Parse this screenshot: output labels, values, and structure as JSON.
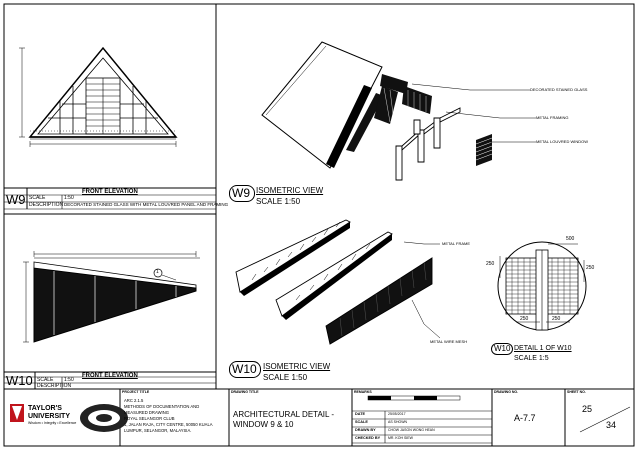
{
  "w9": {
    "tag": "W9",
    "front_title": "FRONT ELEVATION",
    "scale_key": "SCALE",
    "scale_val": "1:50",
    "desc_key": "DESCRIPTION",
    "desc_val": "DECORATED STAINED GLASS WITH METAL LOUVRED PANEL AND FRAMING",
    "iso_tag": "W9",
    "iso_title": "ISOMETRIC VIEW",
    "iso_scale": "SCALE 1:50",
    "callouts": [
      "DECORATED STAINED GLASS",
      "METAL FRAMING",
      "METAL LOUVRED WINDOW"
    ]
  },
  "w10": {
    "tag": "W10",
    "front_title": "FRONT ELEVATION",
    "scale_key": "SCALE",
    "scale_val": "1:50",
    "desc_key": "DESCRIPTION",
    "desc_val": "",
    "iso_tag": "W10",
    "iso_title": "ISOMETRIC VIEW",
    "iso_scale": "SCALE 1:50",
    "callouts": [
      "METAL FRAME",
      "METAL WIRE MESH"
    ],
    "detail_tag": "W10",
    "detail_title": "DETAIL 1 OF W10",
    "detail_scale": "SCALE 1:5",
    "detail_dims": [
      "500",
      "250",
      "250",
      "250",
      "250"
    ],
    "marker": "1"
  },
  "titleblock": {
    "university_line1": "TAYLOR'S",
    "university_line2": "UNIVERSITY",
    "tagline": "Wisdom • Integrity • Excellence",
    "project_title_label": "PROJECT TITLE",
    "project_lines": [
      "ARC 2.1.5",
      "METHODS OF DOCUMENTATION AND",
      "MEASURED DRAWING",
      "ROYAL SELANGOR CLUB",
      "1, JALAN RAJA, CITY CENTRE, 50050 KUALA",
      "LUMPUR, SELANGOR, MALAYSIA."
    ],
    "drawing_title_label": "DRAWING TITLE",
    "drawing_title": "ARCHITECTURAL DETAIL - WINDOW 9 & 10",
    "remarks_label": "REMARKS",
    "remarks_rows": [
      {
        "k": "DATE",
        "v": "25/05/2017"
      },
      {
        "k": "SCALE",
        "v": "AS SHOWN"
      },
      {
        "k": "DRAWN BY",
        "v": "CHOW JASON WONG HEAN"
      },
      {
        "k": "CHECKED BY",
        "v": "MR. KOH SIEW"
      }
    ],
    "drawing_no_label": "DRAWING NO.",
    "drawing_no": "A-7.7",
    "sheet_no_label": "SHEET NO.",
    "sheet_no": "25",
    "sheet_total": "34"
  }
}
